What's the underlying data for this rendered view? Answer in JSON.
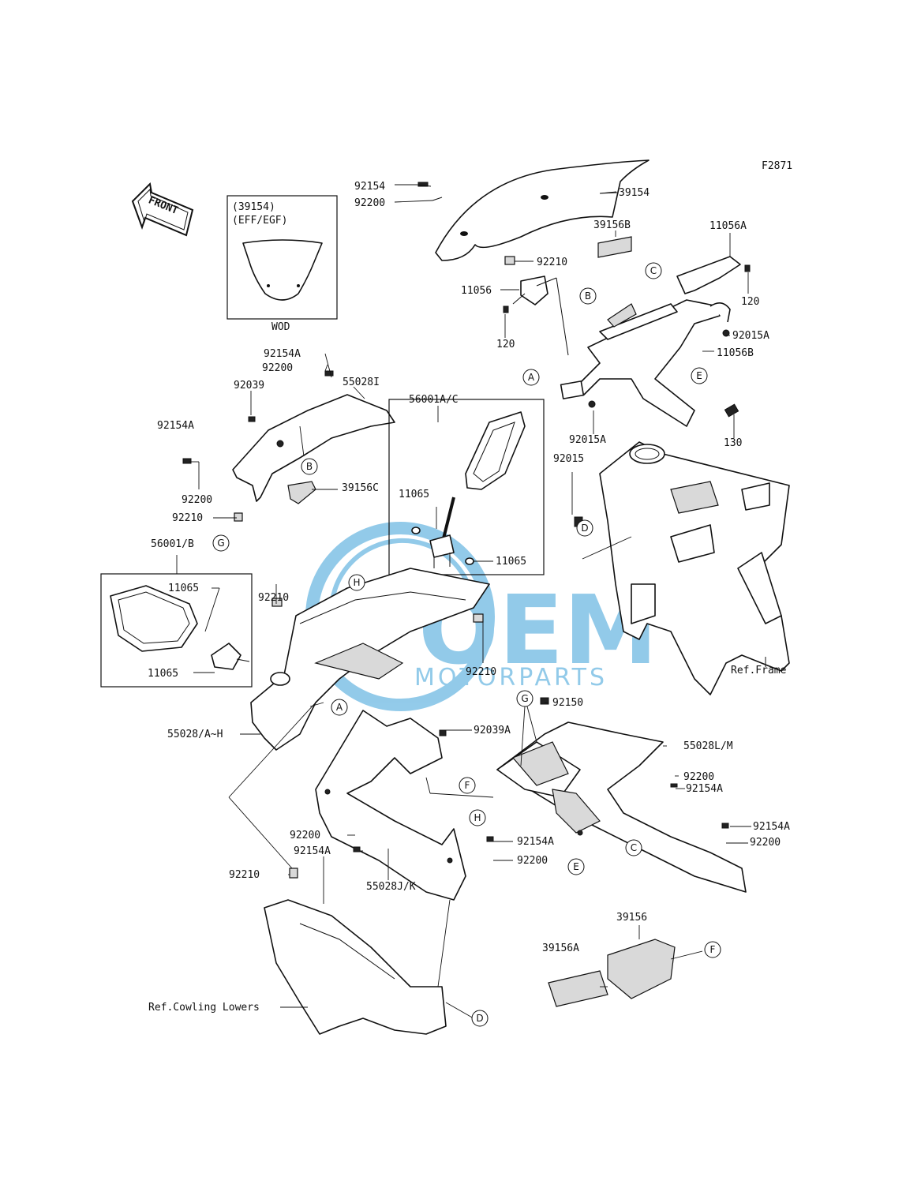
{
  "figure_code": "F2871",
  "front_arrow_label": "FRONT",
  "inset_windshield": {
    "title_line1": "(39154)",
    "title_line2": "(EFF/EGF)",
    "caption": "WOD"
  },
  "watermark": {
    "brand": "OEM",
    "tagline": "MOTORPARTS",
    "color": "#3aa0d8"
  },
  "part_labels": [
    "39154",
    "92154",
    "92200",
    "39156B",
    "11056A",
    "92210",
    "11056",
    "120",
    "120",
    "92015A",
    "11056B",
    "92015A",
    "130",
    "92015",
    "92154A",
    "92200",
    "92039",
    "55028I",
    "92154A",
    "92200",
    "92210",
    "39156C",
    "56001A/C",
    "11065",
    "11065",
    "56001/B",
    "11065",
    "11065",
    "92210",
    "92210",
    "55028/A~H",
    "92150",
    "92039A",
    "55028L/M",
    "92200",
    "92154A",
    "92154A",
    "92200",
    "92200",
    "92154A",
    "92154A",
    "92200",
    "55028J/K",
    "92210",
    "39156",
    "39156A",
    "Ref.Frame",
    "Ref.Cowling Lowers"
  ],
  "callouts": [
    "A",
    "B",
    "C",
    "D",
    "E",
    "G",
    "B",
    "H",
    "A",
    "G",
    "F",
    "H",
    "E",
    "C",
    "D",
    "F"
  ]
}
